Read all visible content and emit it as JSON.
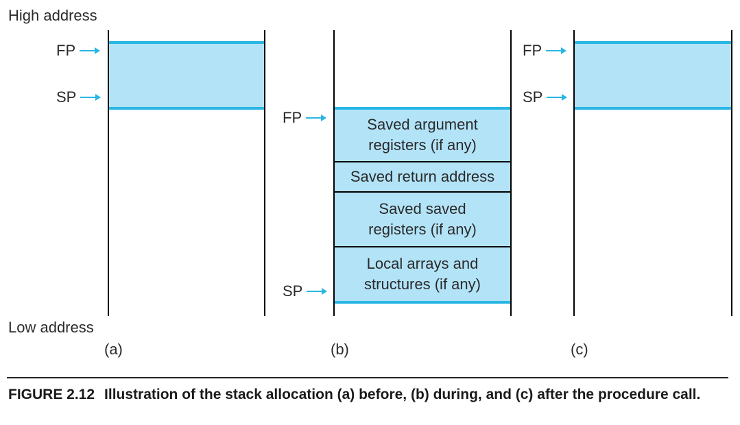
{
  "labels": {
    "high_address": "High address",
    "low_address": "Low address",
    "fp": "FP",
    "sp": "SP"
  },
  "panels": [
    {
      "id": "a",
      "caption": "(a)"
    },
    {
      "id": "b",
      "caption": "(b)",
      "segments": [
        "Saved argument registers (if any)",
        "Saved return address",
        "Saved saved registers (if any)",
        "Local arrays and structures (if any)"
      ]
    },
    {
      "id": "c",
      "caption": "(c)"
    }
  ],
  "segments_text": {
    "seg1_line1": "Saved argument",
    "seg1_line2": "registers (if any)",
    "seg2": "Saved return address",
    "seg3_line1": "Saved saved",
    "seg3_line2": "registers (if any)",
    "seg4_line1": "Local arrays and",
    "seg4_line2": "structures (if any)"
  },
  "caption": {
    "figure_number": "FIGURE 2.12",
    "text": "Illustration of the stack allocation (a) before, (b) during, and (c) after the procedure call."
  },
  "colors": {
    "frame_fill": "#b3e3f7",
    "frame_edge": "#29b6e3",
    "arrow": "#29b6e3",
    "line": "#000000"
  }
}
